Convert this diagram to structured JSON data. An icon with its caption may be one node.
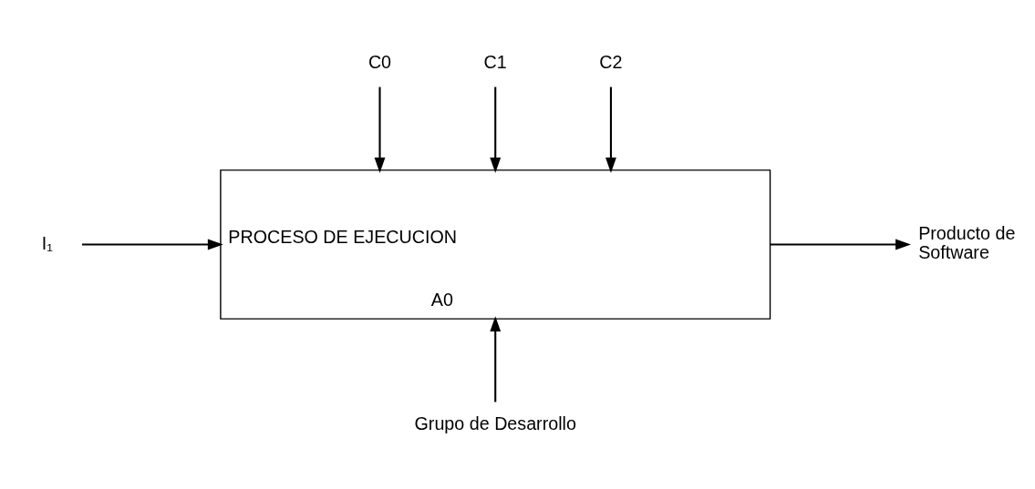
{
  "diagram": {
    "nodes": [
      {
        "text": [
          "C0"
        ]
      },
      {
        "text": [
          "C1"
        ]
      },
      {
        "text": [
          "C2"
        ]
      },
      {
        "text": [
          "I₁"
        ]
      },
      {
        "text": [
          "PROCESO DE EJECUCION",
          "A0"
        ]
      },
      {
        "text": [
          "Producto de Software"
        ]
      },
      {
        "text": [
          "Grupo de Desarrollo"
        ]
      }
    ],
    "edges": [
      {
        "from": 0,
        "to": 4,
        "arrow": "to"
      },
      {
        "from": 1,
        "to": 4,
        "arrow": "to"
      },
      {
        "from": 2,
        "to": 4,
        "arrow": "to"
      },
      {
        "from": 3,
        "to": 4,
        "arrow": "to"
      },
      {
        "from": 4,
        "to": 5,
        "arrow": "to"
      },
      {
        "from": 6,
        "to": 4,
        "arrow": "to"
      }
    ]
  }
}
